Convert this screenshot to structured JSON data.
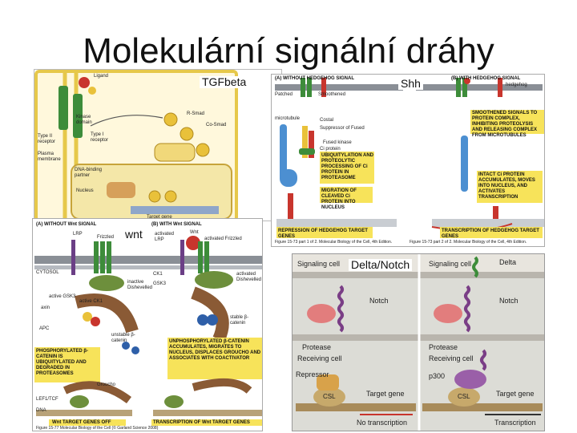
{
  "slide": {
    "title": "Molekulární signální dráhy"
  },
  "panels": {
    "tgf": {
      "label": "TGFbeta",
      "texts": {
        "ligand": "Ligand",
        "kinase": "Kinase domain",
        "r2": "Type II receptor",
        "r1": "Type I receptor",
        "membrane": "Plasma membrane",
        "rsmad": "R-Smad",
        "cosmad": "Co-Smad",
        "dna_partner": "DNA-binding partner",
        "nucleus": "Nucleus",
        "target": "Target gene"
      }
    },
    "shh": {
      "label": "Shh",
      "texts": {
        "a": "(A) WITHOUT HEDGEHOG SIGNAL",
        "b": "(B) WITH HEDGEHOG SIGNAL",
        "patched": "Patched",
        "smo": "Smoothened",
        "hedgehog": "hedgehog",
        "microtubule": "microtubule",
        "costal": "Costal",
        "sufu": "Suppressor of Fused",
        "fused": "Fused kinase",
        "ci": "Ci protein",
        "ubiq": "UBIQUITYLATION AND PROTEOLYTIC PROCESSING OF Ci PROTEIN IN PROTEASOME",
        "migration": "MIGRATION OF CLEAVED Ci PROTEIN INTO NUCLEUS",
        "repression": "REPRESSION OF HEDGEHOG TARGET GENES",
        "smo_signal": "SMOOTHENED SIGNALS TO PROTEIN COMPLEX, INHIBITING PROTEOLYSIS AND RELEASING COMPLEX FROM MICROTUBULES",
        "intact": "INTACT Ci PROTEIN ACCUMULATES, MOVES INTO NUCLEUS, AND ACTIVATES TRANSCRIPTION",
        "transcription": "TRANSCRIPTION OF HEDGEHOG TARGET GENES",
        "caption_a": "Figure 15-73 part 1 of 2. Molecular Biology of the Cell, 4th Edition.",
        "caption_b": "Figure 15-73 part 2 of 2. Molecular Biology of the Cell, 4th Edition."
      }
    },
    "wnt": {
      "label": "wnt",
      "texts": {
        "a": "(A) WITHOUT Wnt SIGNAL",
        "b": "(B) WITH Wnt SIGNAL",
        "lrp": "LRP",
        "frizzled": "Frizzled",
        "lrp2": "activated LRP",
        "wnt": "Wnt",
        "act_frizzled": "activated Frizzled",
        "cytosol": "CYTOSOL",
        "ck1": "CK1",
        "gsk3": "GSK3",
        "inactive_dsh": "inactive Dishevelled",
        "active_dsh": "activated Dishevelled",
        "active_gsk3": "active GSK3",
        "active_ck1": "active CK1",
        "axin": "axin",
        "apc": "APC",
        "unstable": "unstable β-catenin",
        "stable": "stable β-catenin",
        "phos": "PHOSPHORYLATED β-CATENIN IS UBIQUITYLATED AND DEGRADED IN PROTEASOMES",
        "unphos": "UNPHOSPHORYLATED β-CATENIN ACCUMULATES, MIGRATES TO NUCLEUS, DISPLACES GROUCHO AND ASSOCIATES WITH COACTIVATOR",
        "groucho": "Groucho",
        "lef": "LEF1/TCF",
        "dna": "DNA",
        "off": "Wnt TARGET GENES OFF",
        "on": "TRANSCRIPTION OF Wnt TARGET GENES",
        "caption": "Figure 15-77 Molecular Biology of the Cell (© Garland Science 2008)"
      }
    },
    "notch": {
      "label": "Delta/Notch",
      "texts": {
        "sig1": "Signaling cell",
        "sig2": "Signaling cell",
        "delta": "Delta",
        "notch1": "Notch",
        "notch2": "Notch",
        "protease1": "Protease",
        "protease2": "Protease",
        "recv1": "Receiving cell",
        "recv2": "Receiving cell",
        "repressor": "Repressor",
        "p300": "p300",
        "csl1": "CSL",
        "csl2": "CSL",
        "target1": "Target gene",
        "target2": "Target gene",
        "notx": "No transcription",
        "tx": "Transcription"
      }
    }
  },
  "colors": {
    "tgf_membrane": "#e6c84a",
    "receptor_green": "#3d8c3a",
    "ligand_red": "#c8352d",
    "smad_yellow": "#e9c13a",
    "nucleus_fill": "#f4e7a8",
    "membrane_gray": "#8a8f96",
    "catenin_blue": "#2e5fa8",
    "dsh_green": "#6d8f3c",
    "apc_brown": "#8a5a35",
    "notch_purple": "#7a3e86",
    "protease_pink": "#e27d7d",
    "csl_tan": "#c7a96b",
    "note_yellow": "#f7e35a",
    "shh_tube": "#4c8fd1"
  }
}
